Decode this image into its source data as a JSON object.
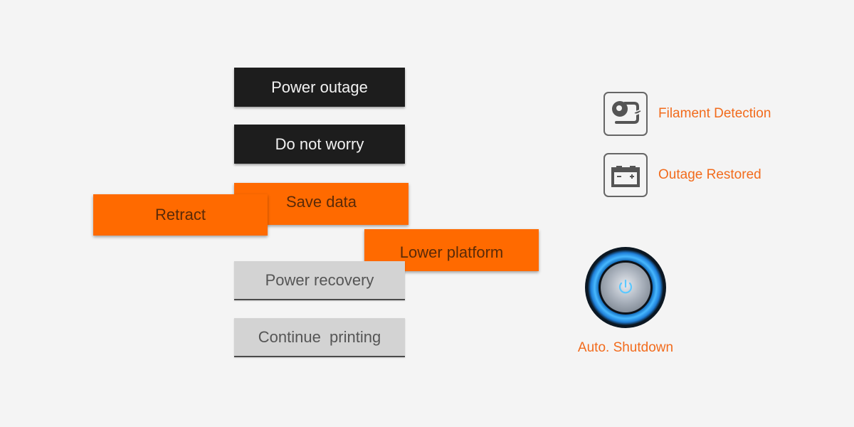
{
  "buttons": {
    "power_outage": "Power outage",
    "do_not_worry": "Do not worry",
    "save_data": "Save data",
    "retract": "Retract",
    "lower_platform": "Lower platform",
    "power_recovery": "Power recovery",
    "continue_printing": "Continue  printing"
  },
  "features": {
    "filament_detection": {
      "label": "Filament Detection",
      "icon": "filament-spool-icon"
    },
    "outage_restored": {
      "label": "Outage Restored",
      "icon": "battery-icon"
    },
    "auto_shutdown": {
      "label": "Auto. Shutdown",
      "icon": "power-knob-icon"
    }
  },
  "colors": {
    "accent": "#ff6a00",
    "label_orange": "#f26b1c",
    "dark_button": "#1d1d1d",
    "gray_button": "#d3d3d3",
    "background": "#f4f4f4"
  }
}
